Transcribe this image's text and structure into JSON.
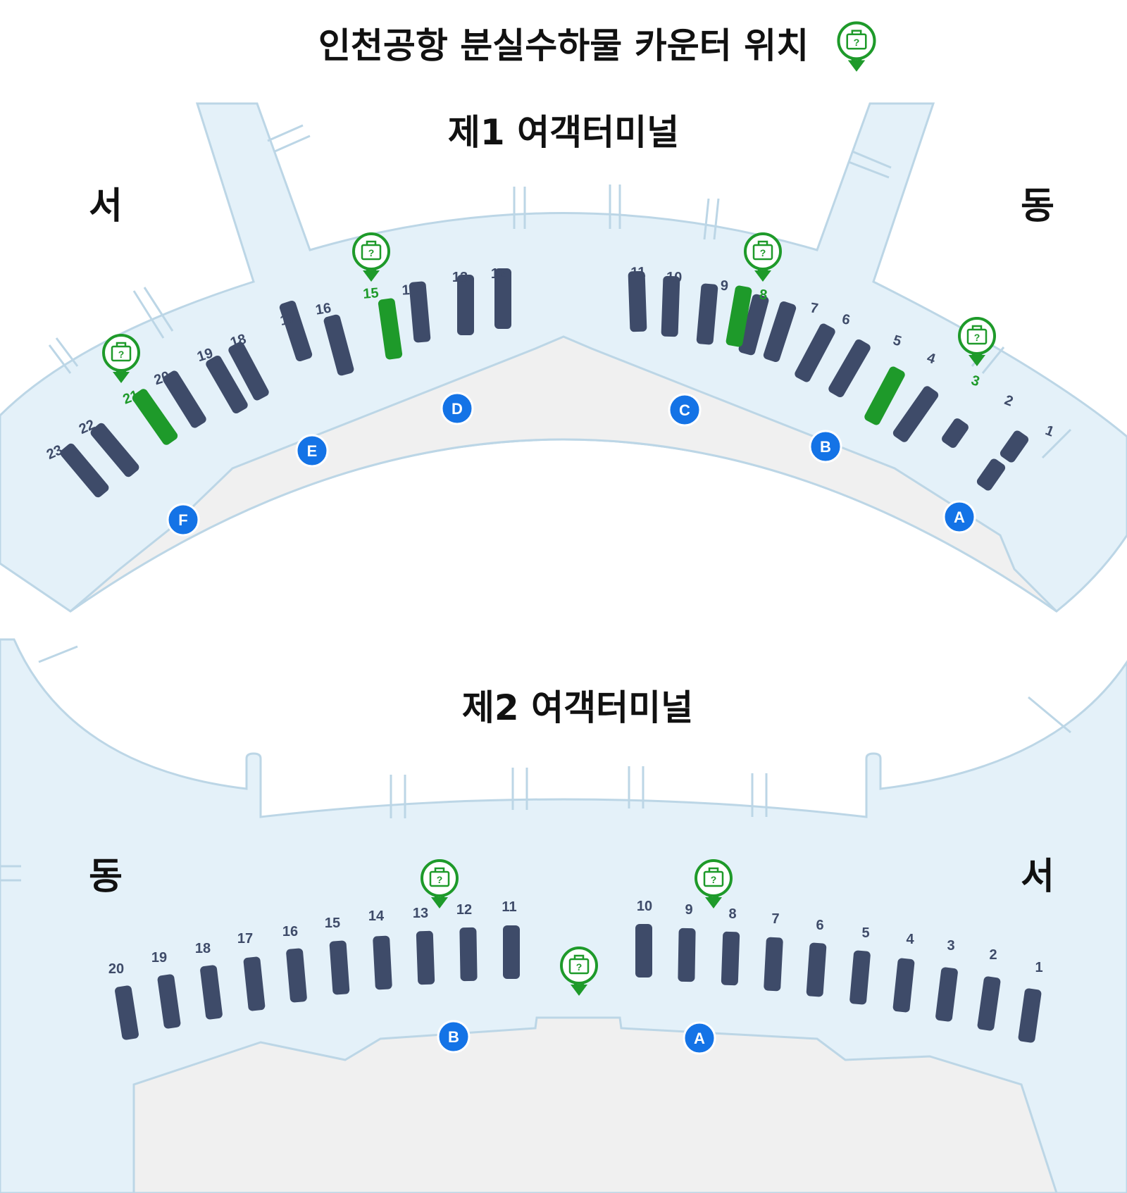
{
  "page": {
    "title": "인천공항 분실수하물 카운터 위치"
  },
  "colors": {
    "water": "#e4f1f9",
    "outline": "#bcd6e6",
    "landside": "#f0f0f0",
    "counter": "#3e4b69",
    "highlight": "#1e9a2a",
    "badge": "#1473e6"
  },
  "icons": {
    "lost_baggage_marker": "green-map-pin-with-question-mark-suitcase",
    "gate_badge": "blue-circle-letter"
  },
  "terminal1": {
    "name": "제1 여객터미널",
    "dir_left": "서",
    "dir_right": "동",
    "counters": [
      "1",
      "2",
      "3",
      "4",
      "5",
      "6",
      "7",
      "8",
      "9",
      "10",
      "11",
      "12",
      "13",
      "14",
      "15",
      "16",
      "17",
      "18",
      "19",
      "20",
      "21",
      "22",
      "23"
    ],
    "lost_baggage_counters": [
      "3",
      "8",
      "15",
      "21"
    ],
    "gates": [
      "A",
      "B",
      "C",
      "D",
      "E",
      "F"
    ]
  },
  "terminal2": {
    "name": "제2 여객터미널",
    "dir_left": "동",
    "dir_right": "서",
    "counters": [
      "1",
      "2",
      "3",
      "4",
      "5",
      "6",
      "7",
      "8",
      "9",
      "10",
      "11",
      "12",
      "13",
      "14",
      "15",
      "16",
      "17",
      "18",
      "19",
      "20"
    ],
    "lost_baggage_locations": [
      "near 8-9",
      "near 12-13",
      "center"
    ],
    "gates": [
      "A",
      "B"
    ]
  }
}
